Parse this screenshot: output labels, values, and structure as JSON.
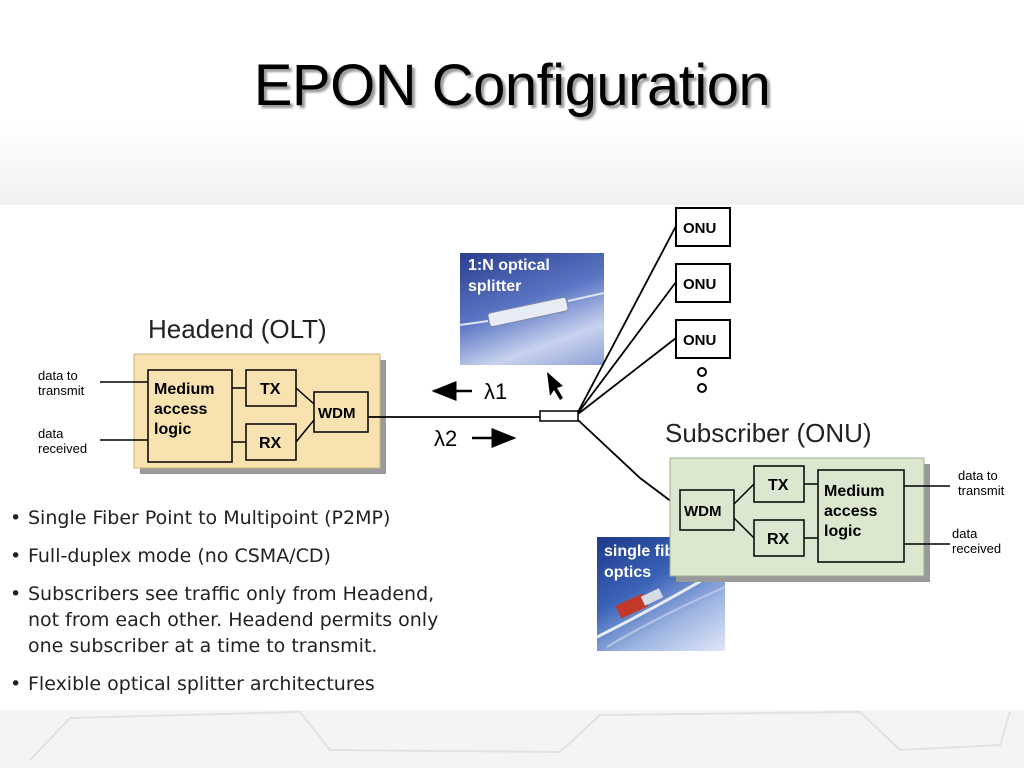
{
  "slide": {
    "title": "EPON Configuration"
  },
  "diagram": {
    "headend_heading": "Headend (OLT)",
    "subscriber_heading": "Subscriber (ONU)",
    "olt": {
      "input_label_line1": "data to",
      "input_label_line2": "transmit",
      "output_label_line1": "data",
      "output_label_line2": "received",
      "mac_line1": "Medium",
      "mac_line2": "access",
      "mac_line3": "logic",
      "tx": "TX",
      "rx": "RX",
      "wdm": "WDM"
    },
    "onu": {
      "wdm": "WDM",
      "tx": "TX",
      "rx": "RX",
      "mac_line1": "Medium",
      "mac_line2": "access",
      "mac_line3": "logic",
      "output_label_line1": "data to",
      "output_label_line2": "transmit",
      "input_label_line1": "data",
      "input_label_line2": "received"
    },
    "onu_boxes": [
      "ONU",
      "ONU",
      "ONU"
    ],
    "wavelength_upstream": "λ1",
    "wavelength_downstream": "λ2",
    "splitter_photo_label_line1": "1:N optical",
    "splitter_photo_label_line2": "splitter",
    "fiber_photo_label_line1": "single fiber",
    "fiber_photo_label_line2": "optics"
  },
  "bullets": [
    "Single Fiber Point to Multipoint (P2MP)",
    "Full-duplex mode (no CSMA/CD)",
    "Subscribers see traffic only from Headend,",
    "not from each other. Headend permits only",
    "one subscriber at a time to transmit.",
    "Flexible optical splitter architectures"
  ],
  "colors": {
    "olt_fill": "#f7e2b0",
    "onu_fill": "#dbe8cf",
    "photo_blue": "#3a5aa8"
  }
}
